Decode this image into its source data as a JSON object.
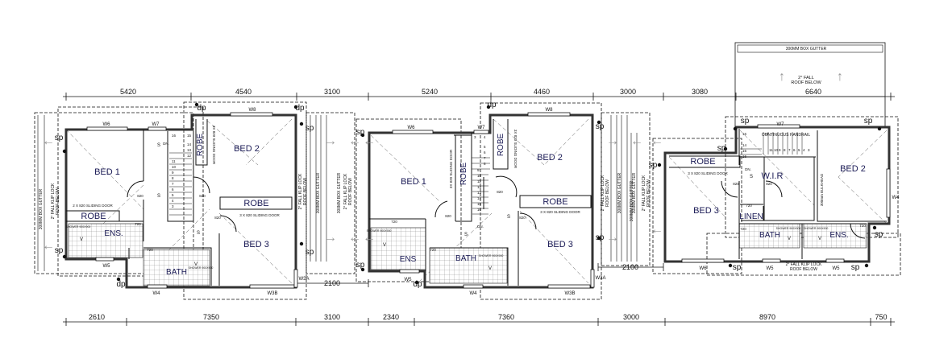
{
  "dimensions": {
    "top": [
      "5420",
      "4540",
      "3100",
      "5240",
      "4460",
      "3000",
      "3080",
      "6640"
    ],
    "bottom": [
      "2610",
      "7350",
      "3100",
      "2340",
      "7360",
      "3000",
      "8970",
      "750"
    ],
    "side": "2100"
  },
  "labels": {
    "bed1": "BED 1",
    "bed2": "BED 2",
    "bed3": "BED 3",
    "robe": "ROBE",
    "ens": "ENS.",
    "ens_b": "ENS",
    "bath": "BATH",
    "wir": "W.I.R",
    "linen": "LINEN",
    "sp": "sp",
    "dp": "dp",
    "s": "S",
    "dn": "DN.",
    "door820": "820",
    "door720": "720",
    "slide2": "2 X 820 SLIDING DOOR",
    "slide3": "3 X 820 SLIDING DOOR",
    "slide3v": "3X 820 SLIDING DOOR",
    "shower": "SHOWER 900X900",
    "v": "V",
    "gutter": "300MM BOX GUTTER",
    "fall": "2° FALL KLIP LOCK",
    "roof_below": "ROOF BELOW",
    "fall_short": "2° FALL",
    "handrail": "CONTINUOUS HANDRAIL",
    "bulkhead": "300mm BULKHEAD"
  },
  "windows": {
    "w3a": "W3A",
    "w3b": "W3B",
    "w4": "W4",
    "w5": "W5",
    "w6": "W6",
    "w7": "W7",
    "w8": "W8"
  },
  "stairs": {
    "unit1": [
      "16",
      "15",
      "14",
      "13",
      "12",
      "11",
      "10",
      "9",
      "8",
      "7",
      "6",
      "5",
      "4",
      "3"
    ],
    "unit2": [
      "3",
      "4",
      "5",
      "6",
      "7",
      "8",
      "9",
      "10",
      "11",
      "12",
      "13",
      "14",
      "15",
      "16"
    ],
    "unit3": [
      "16",
      "12",
      "11",
      "10",
      "9",
      "8",
      "7",
      "6",
      "5",
      "4",
      "3",
      "14",
      "15",
      "16"
    ]
  }
}
